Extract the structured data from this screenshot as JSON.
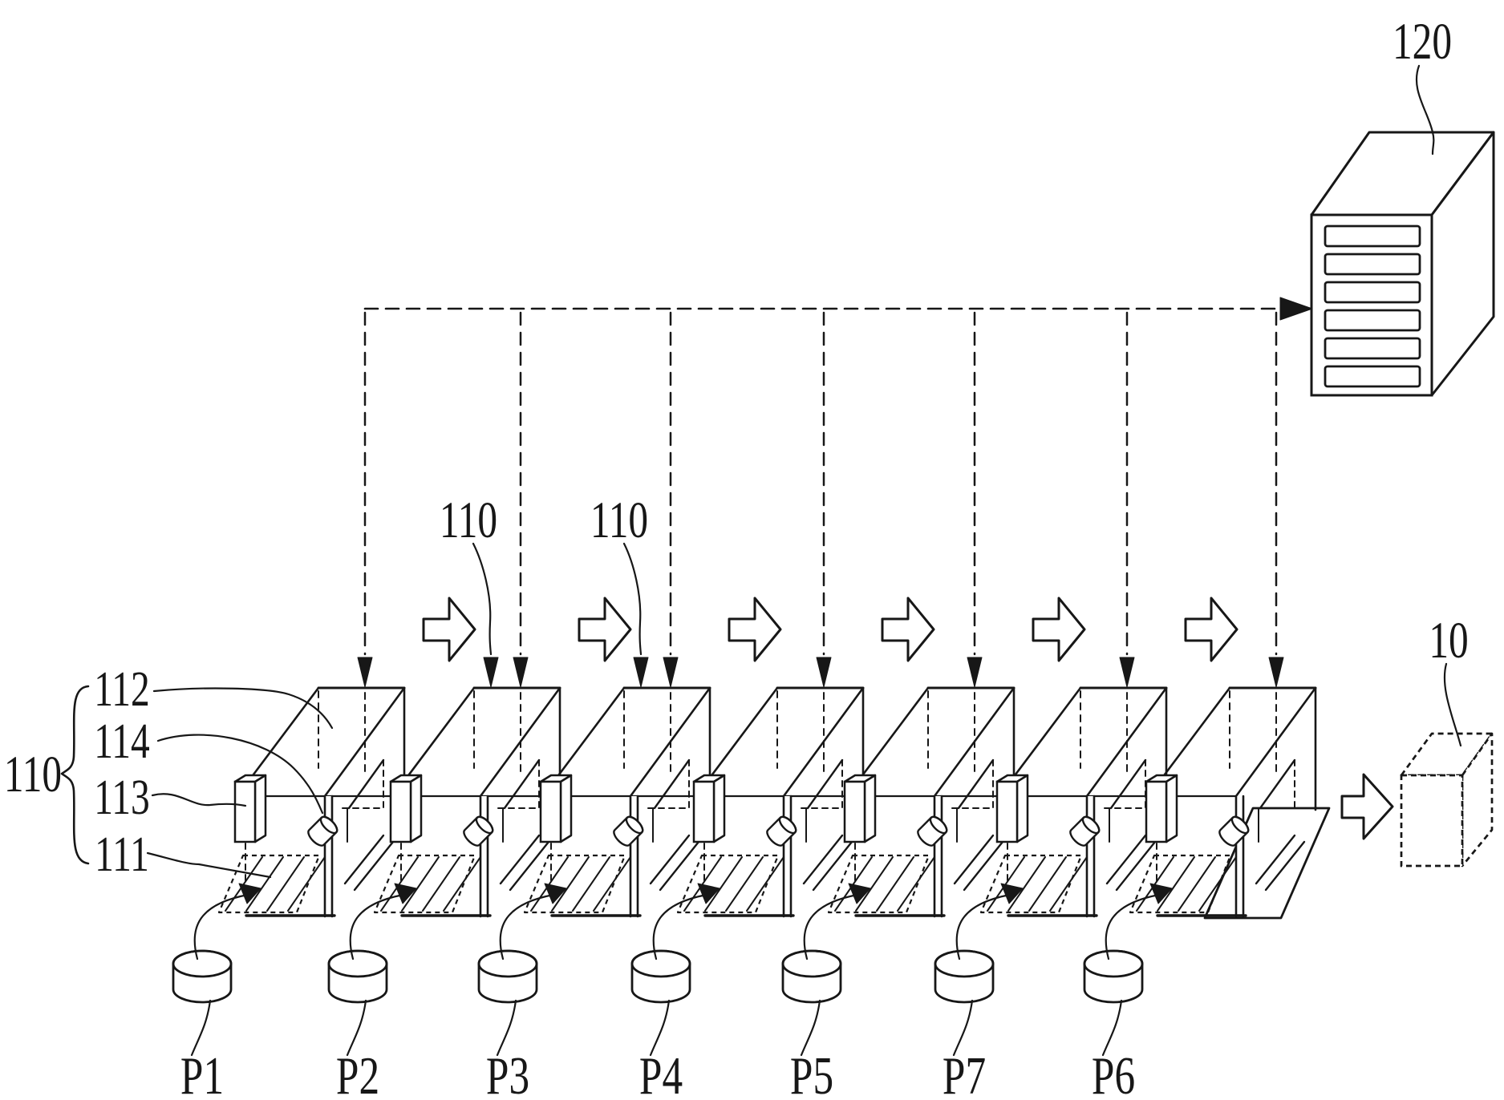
{
  "figure": {
    "colors": {
      "ink": "#171717",
      "paper": "#ffffff"
    },
    "server": {
      "label": "120",
      "slot_count": 6
    },
    "product": {
      "label": "10"
    },
    "line_group": {
      "label": "110"
    },
    "parts": {
      "cover": "112",
      "sensor": "114",
      "reader": "113",
      "tray": "111"
    },
    "callouts": [
      {
        "label": "110",
        "station": 2
      },
      {
        "label": "110",
        "station": 3
      }
    ],
    "stations": [
      {
        "process": "P1"
      },
      {
        "process": "P2"
      },
      {
        "process": "P3"
      },
      {
        "process": "P4"
      },
      {
        "process": "P5"
      },
      {
        "process": "P7"
      },
      {
        "process": "P6"
      }
    ]
  }
}
